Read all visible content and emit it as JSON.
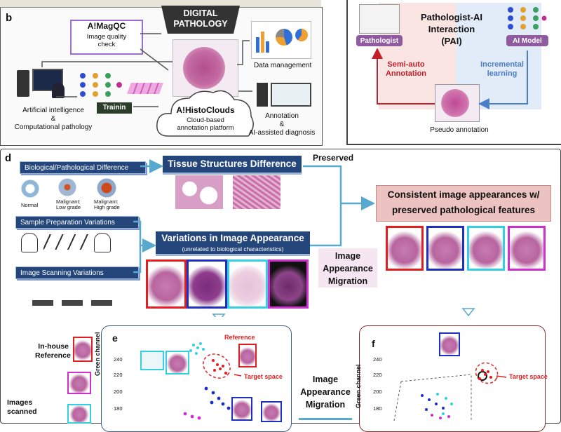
{
  "panel_b": {
    "letter": "b",
    "digital_pathology": "DIGITAL\nPATHOLOGY",
    "magqc_title": "A!MagQC",
    "magqc_desc": "Image quality\ncheck",
    "data_management": "Data management",
    "ai_label": "Artificial intelligence\n&\nComputational pathology",
    "training": "Trainin",
    "histoclouds_title": "A!HistoClouds",
    "histoclouds_desc": "Cloud-based\nannotation platform",
    "annotation_label": "Annotation\n&\nAI-assisted diagnosis"
  },
  "panel_pai": {
    "title": "Pathologist-AI\nInteraction\n(PAI)",
    "pathologist": "Pathologist",
    "ai_model": "AI Model",
    "semi_auto": "Semi-auto\nAnnotation",
    "incremental": "Incremental\nlearning",
    "pseudo": "Pseudo annotation"
  },
  "panel_d": {
    "letter": "d",
    "bio_diff": "Biological/Pathological Difference",
    "tissue_diff": "Tissue Structures Difference",
    "preserved": "Preserved",
    "normal": "Normal",
    "malignant_low": "Malignant:\nLow grade",
    "malignant_high": "Malignant:\nHigh grade",
    "sample_prep": "Sample Preparation Variations",
    "variations_title": "Variations in Image Appearance",
    "variations_sub": "(unrelated to biological characteristics)",
    "image_scanning": "Image Scanning Variations",
    "migration": "Image\nAppearance\nMigration",
    "consistent": "Consistent image appearances w/\npreserved pathological features"
  },
  "panel_e": {
    "letter": "e",
    "inhouse": "In-house\nReference",
    "images_scanned": "Images\nscanned",
    "reference": "Reference",
    "target_space": "Target space",
    "y_axis": "Green channel",
    "ticks": [
      "240",
      "220",
      "200",
      "180"
    ]
  },
  "panel_f": {
    "letter": "f",
    "target_space": "Target space",
    "y_axis": "Green channel",
    "ticks": [
      "240",
      "220",
      "200",
      "180"
    ]
  },
  "migration_center": "Image\nAppearance\nMigration",
  "colors": {
    "red": "#e02020",
    "blue": "#1f2fbf",
    "cyan": "#35d0e0",
    "magenta": "#d02fd0",
    "navy": "#24467a",
    "arrow": "#58a9cf"
  }
}
